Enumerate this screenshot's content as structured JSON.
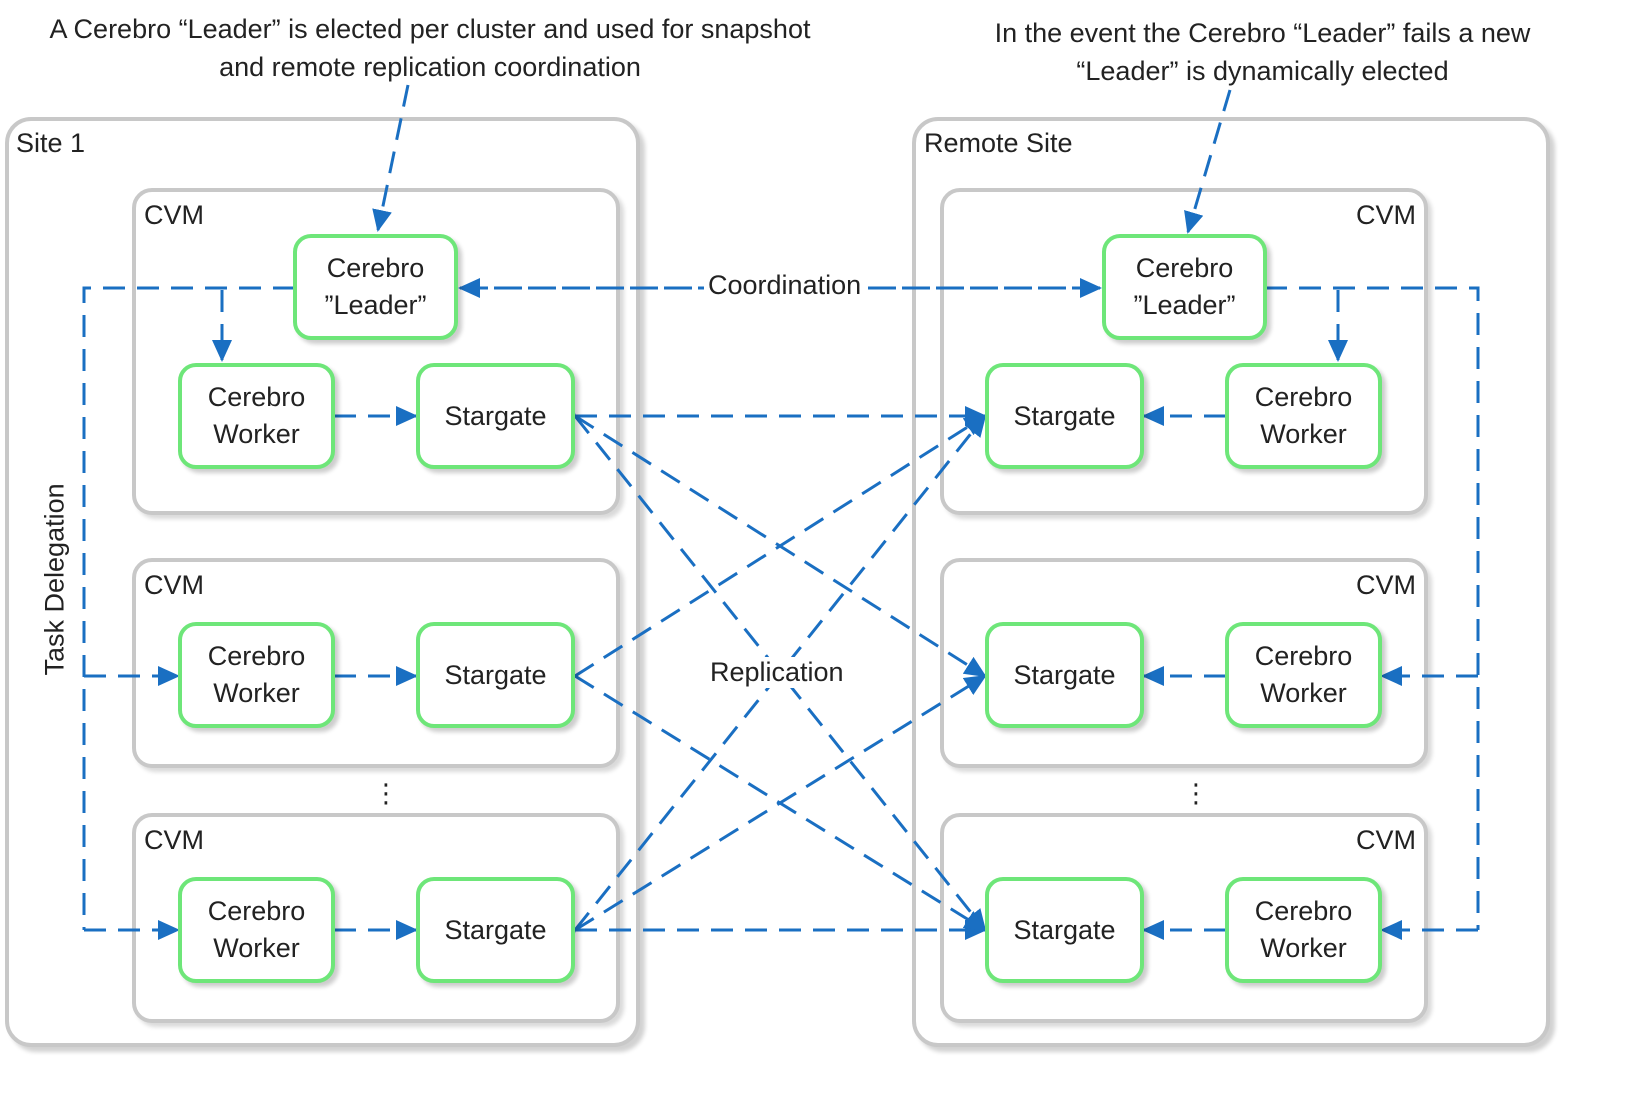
{
  "annotations": {
    "left_note": [
      "A Cerebro “Leader” is elected per cluster and used for snapshot",
      "and remote replication coordination"
    ],
    "right_note": [
      "In the event the Cerebro “Leader” fails a new",
      "“Leader” is dynamically elected"
    ]
  },
  "site1": {
    "label": "Site 1",
    "cvms": [
      {
        "label": "CVM",
        "leader": [
          "Cerebro",
          "”Leader”"
        ],
        "worker": [
          "Cerebro",
          "Worker"
        ],
        "stargate": "Stargate"
      },
      {
        "label": "CVM",
        "worker": [
          "Cerebro",
          "Worker"
        ],
        "stargate": "Stargate"
      },
      {
        "label": "CVM",
        "worker": [
          "Cerebro",
          "Worker"
        ],
        "stargate": "Stargate"
      }
    ],
    "ellipsis": "⋮"
  },
  "remote": {
    "label": "Remote Site",
    "cvms": [
      {
        "label": "CVM",
        "leader": [
          "Cerebro",
          "”Leader”"
        ],
        "worker": [
          "Cerebro",
          "Worker"
        ],
        "stargate": "Stargate"
      },
      {
        "label": "CVM",
        "worker": [
          "Cerebro",
          "Worker"
        ],
        "stargate": "Stargate"
      },
      {
        "label": "CVM",
        "worker": [
          "Cerebro",
          "Worker"
        ],
        "stargate": "Stargate"
      }
    ],
    "ellipsis": "⋮"
  },
  "labels": {
    "coordination": "Coordination",
    "replication": "Replication",
    "task_delegation": "Task Delegation"
  },
  "colors": {
    "arrow": "#1a6fc2",
    "node_border": "#6ee679",
    "container_border": "#c8c8c8"
  }
}
